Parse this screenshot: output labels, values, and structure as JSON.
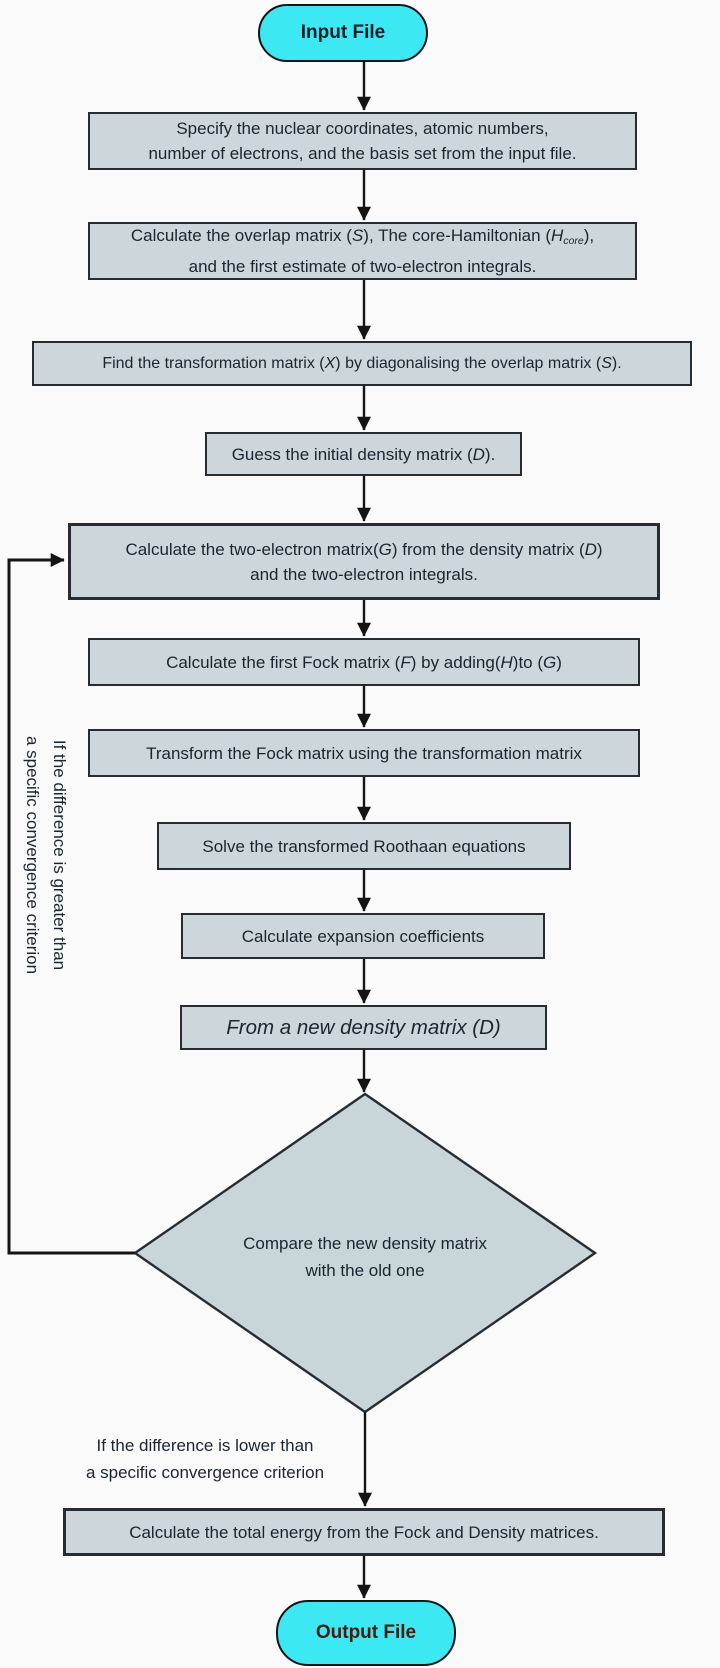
{
  "title": "SCF procedure flowchart",
  "colors": {
    "terminal_fill": "#3ce9f2",
    "box_fill": "#cdd7db",
    "diamond_fill": "#c8d5d9",
    "border": "#272c33",
    "arrow": "#141414",
    "text": "#1b2430",
    "input_text": "#0f1d26",
    "output_text": "#4a190f"
  },
  "nodes": {
    "input": {
      "label": "Input File"
    },
    "specify": {
      "lines": [
        [
          "Specify the nuclear coordinates, atomic numbers,"
        ],
        [
          "number of electrons, and the basis set from the input file."
        ]
      ]
    },
    "overlap": {
      "lines": [
        [
          "Calculate the overlap matrix (",
          {
            "t": "S",
            "s": "i"
          },
          "), The core-Hamiltonian (",
          {
            "t": "H",
            "s": "i"
          },
          {
            "t": "core",
            "s": "sub"
          },
          "),"
        ],
        [
          "and the first estimate of two-electron integrals."
        ]
      ]
    },
    "transformation": {
      "lines": [
        [
          "Find the transformation matrix (",
          {
            "t": "X",
            "s": "i"
          },
          ") by diagonalising the overlap matrix (",
          {
            "t": "S",
            "s": "i"
          },
          ")."
        ]
      ]
    },
    "guess": {
      "lines": [
        [
          "Guess the initial density matrix (",
          {
            "t": "D",
            "s": "i"
          },
          ")."
        ]
      ]
    },
    "two_electron": {
      "lines": [
        [
          "Calculate the two-electron matrix(",
          {
            "t": "G",
            "s": "i"
          },
          ") from the density matrix (",
          {
            "t": "D",
            "s": "i"
          },
          ")"
        ],
        [
          "and the two-electron integrals."
        ]
      ]
    },
    "fock": {
      "lines": [
        [
          "Calculate the first Fock matrix (",
          {
            "t": "F",
            "s": "i"
          },
          ") by adding(",
          {
            "t": "H",
            "s": "i"
          },
          ")to (",
          {
            "t": "G",
            "s": "i"
          },
          ")"
        ]
      ]
    },
    "transform_fock": {
      "lines": [
        [
          "Transform the Fock matrix using the transformation matrix"
        ]
      ]
    },
    "roothaan": {
      "lines": [
        [
          "Solve the transformed Roothaan equations"
        ]
      ]
    },
    "coefficients": {
      "lines": [
        [
          "Calculate expansion coefficients"
        ]
      ]
    },
    "new_density": {
      "lines": [
        [
          {
            "t": "From a new density matrix (D)",
            "s": "i"
          }
        ]
      ]
    },
    "compare": {
      "lines": [
        [
          "Compare the new density matrix"
        ],
        [
          "with the old one"
        ]
      ]
    },
    "total_energy": {
      "lines": [
        [
          "Calculate the total energy from the Fock and Density matrices."
        ]
      ]
    },
    "output": {
      "label": "Output File"
    }
  },
  "edge_labels": {
    "greater": {
      "lines": [
        [
          "If the difference is greater than"
        ],
        [
          "a specific convergence criterion"
        ]
      ]
    },
    "lower": {
      "lines": [
        [
          "If the difference is lower than"
        ],
        [
          "a specific convergence criterion"
        ]
      ]
    }
  }
}
